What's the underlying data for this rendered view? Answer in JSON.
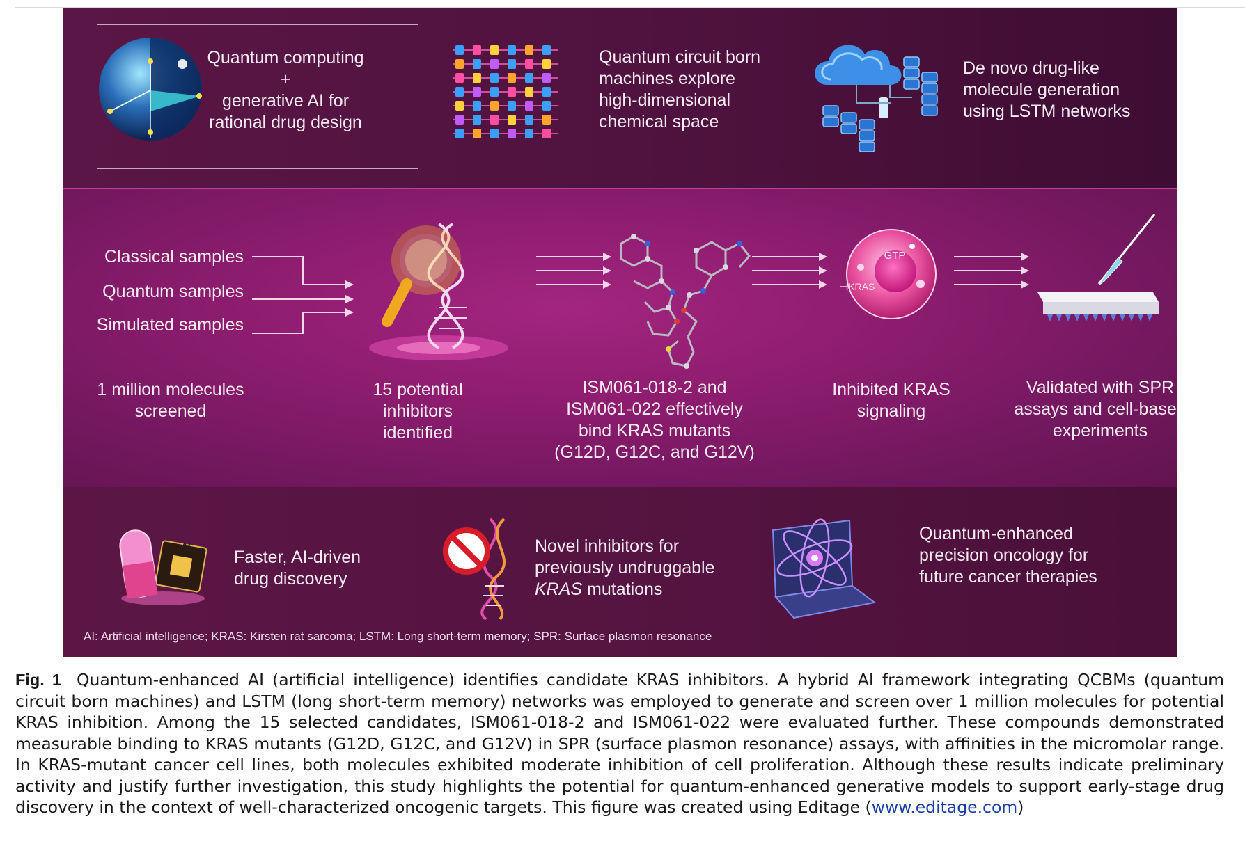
{
  "figure": {
    "top_row": {
      "intro": {
        "line1": "Quantum computing",
        "line2": "+",
        "line3": "generative AI for",
        "line4": "rational drug design"
      },
      "qcbm": [
        "Quantum circuit born",
        "machines explore",
        "high-dimensional",
        "chemical space"
      ],
      "lstm": [
        "De novo drug-like",
        "molecule generation",
        "using LSTM networks"
      ]
    },
    "middle_row": {
      "samples": [
        "Classical samples",
        "Quantum samples",
        "Simulated samples"
      ],
      "screened": [
        "1 million molecules",
        "screened"
      ],
      "inhibitors": [
        "15 potential",
        "inhibitors",
        "identified"
      ],
      "binding": [
        "ISM061-018-2 and",
        "ISM061-022 effectively",
        "bind KRAS mutants",
        "(G12D, G12C, and G12V)"
      ],
      "signaling": [
        "Inhibited KRAS",
        "signaling"
      ],
      "validated": [
        "Validated with SPR",
        "assays and cell-based",
        "experiments"
      ],
      "cell_labels": {
        "gtp": "GTP",
        "kras": "KRAS"
      }
    },
    "bottom_row": {
      "faster": [
        "Faster, AI-driven",
        "drug discovery"
      ],
      "chip_label": "AI",
      "novel": {
        "line1": "Novel inhibitors for",
        "line2": "previously undruggable",
        "line3_italic": "KRAS",
        "line3_rest": " mutations"
      },
      "precision": [
        "Quantum-enhanced",
        "precision oncology for",
        "future cancer therapies"
      ]
    },
    "abbreviations": "AI: Artificial intelligence; KRAS: Kirsten rat sarcoma; LSTM: Long short-term memory; SPR: Surface plasmon resonance"
  },
  "caption": {
    "label": "Fig. 1",
    "text": "Quantum-enhanced AI (artificial intelligence) identifies candidate KRAS inhibitors. A hybrid AI framework integrating QCBMs (quantum circuit born machines) and LSTM (long short-term memory) networks was employed to generate and screen over 1 million molecules for potential KRAS inhibition. Among the 15 selected candidates, ISM061-018-2 and ISM061-022 were evaluated further. These compounds demonstrated measurable binding to KRAS mutants (G12D, G12C, and G12V) in SPR (surface plasmon resonance) assays, with affinities in the micromolar range. In KRAS-mutant cancer cell lines, both molecules exhibited moderate inhibition of cell proliferation. Although these results indicate preliminary activity and justify further investigation, this study highlights the potential for quantum-enhanced generative models to support early-stage drug discovery in the context of well-characterized oncogenic targets. This figure was created using Editage",
    "link_open": "(",
    "link": "www.editage.com",
    "link_close": ")"
  },
  "colors": {
    "figure_background": "#5e1744",
    "middle_band": "#8c1c6e",
    "figure_text": "#f7eaf3",
    "caption_link": "#1a3ea8"
  }
}
